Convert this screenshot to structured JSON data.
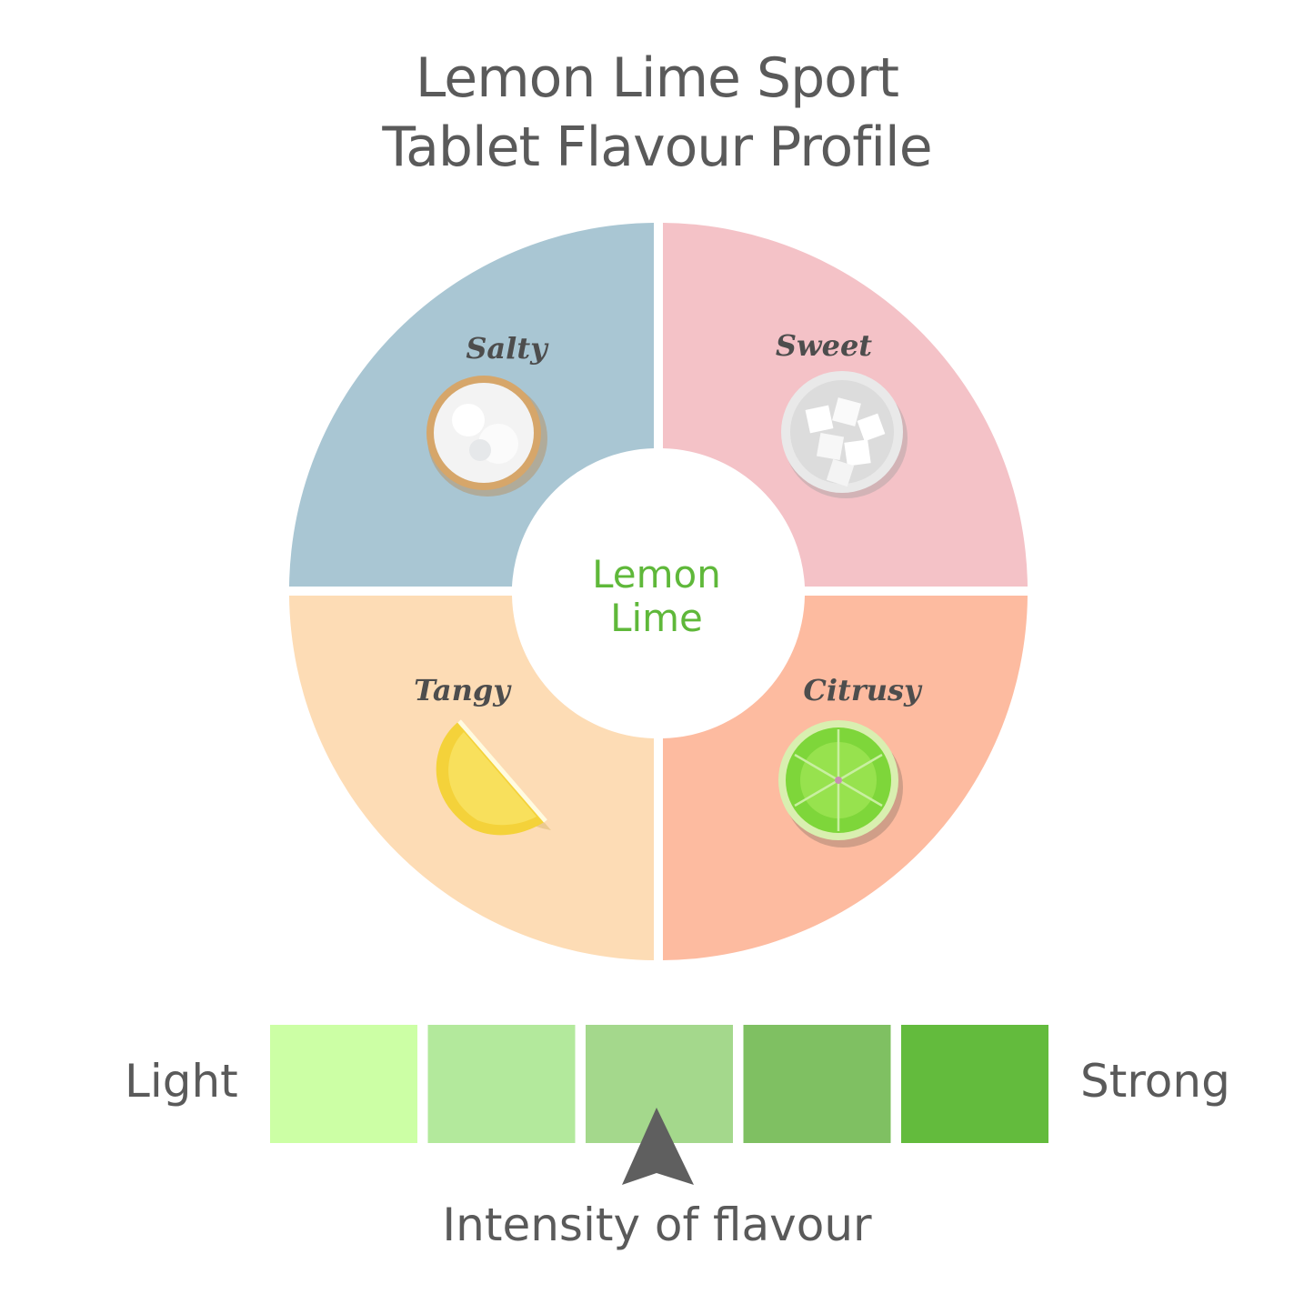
{
  "title": {
    "line1": "Lemon Lime Sport",
    "line2": "Tablet Flavour Profile"
  },
  "center_label": {
    "line1": "Lemon",
    "line2": "Lime"
  },
  "quadrants": [
    {
      "label": "Salty",
      "color": "#a9c6d3",
      "icon": "salt-bowl-icon"
    },
    {
      "label": "Sweet",
      "color": "#f4c2c7",
      "icon": "sugar-cubes-icon"
    },
    {
      "label": "Tangy",
      "color": "#fddcb5",
      "icon": "lemon-wedge-icon"
    },
    {
      "label": "Citrusy",
      "color": "#fdbba0",
      "icon": "lime-slice-icon"
    }
  ],
  "intensity": {
    "low_label": "Light",
    "high_label": "Strong",
    "caption": "Intensity of flavour",
    "levels": [
      "#ccffa5",
      "#b3e99c",
      "#a4d88c",
      "#7fc062",
      "#63bb3d"
    ],
    "selected_level": 3,
    "level_count": 5,
    "marker_color": "#5f5f5f"
  }
}
